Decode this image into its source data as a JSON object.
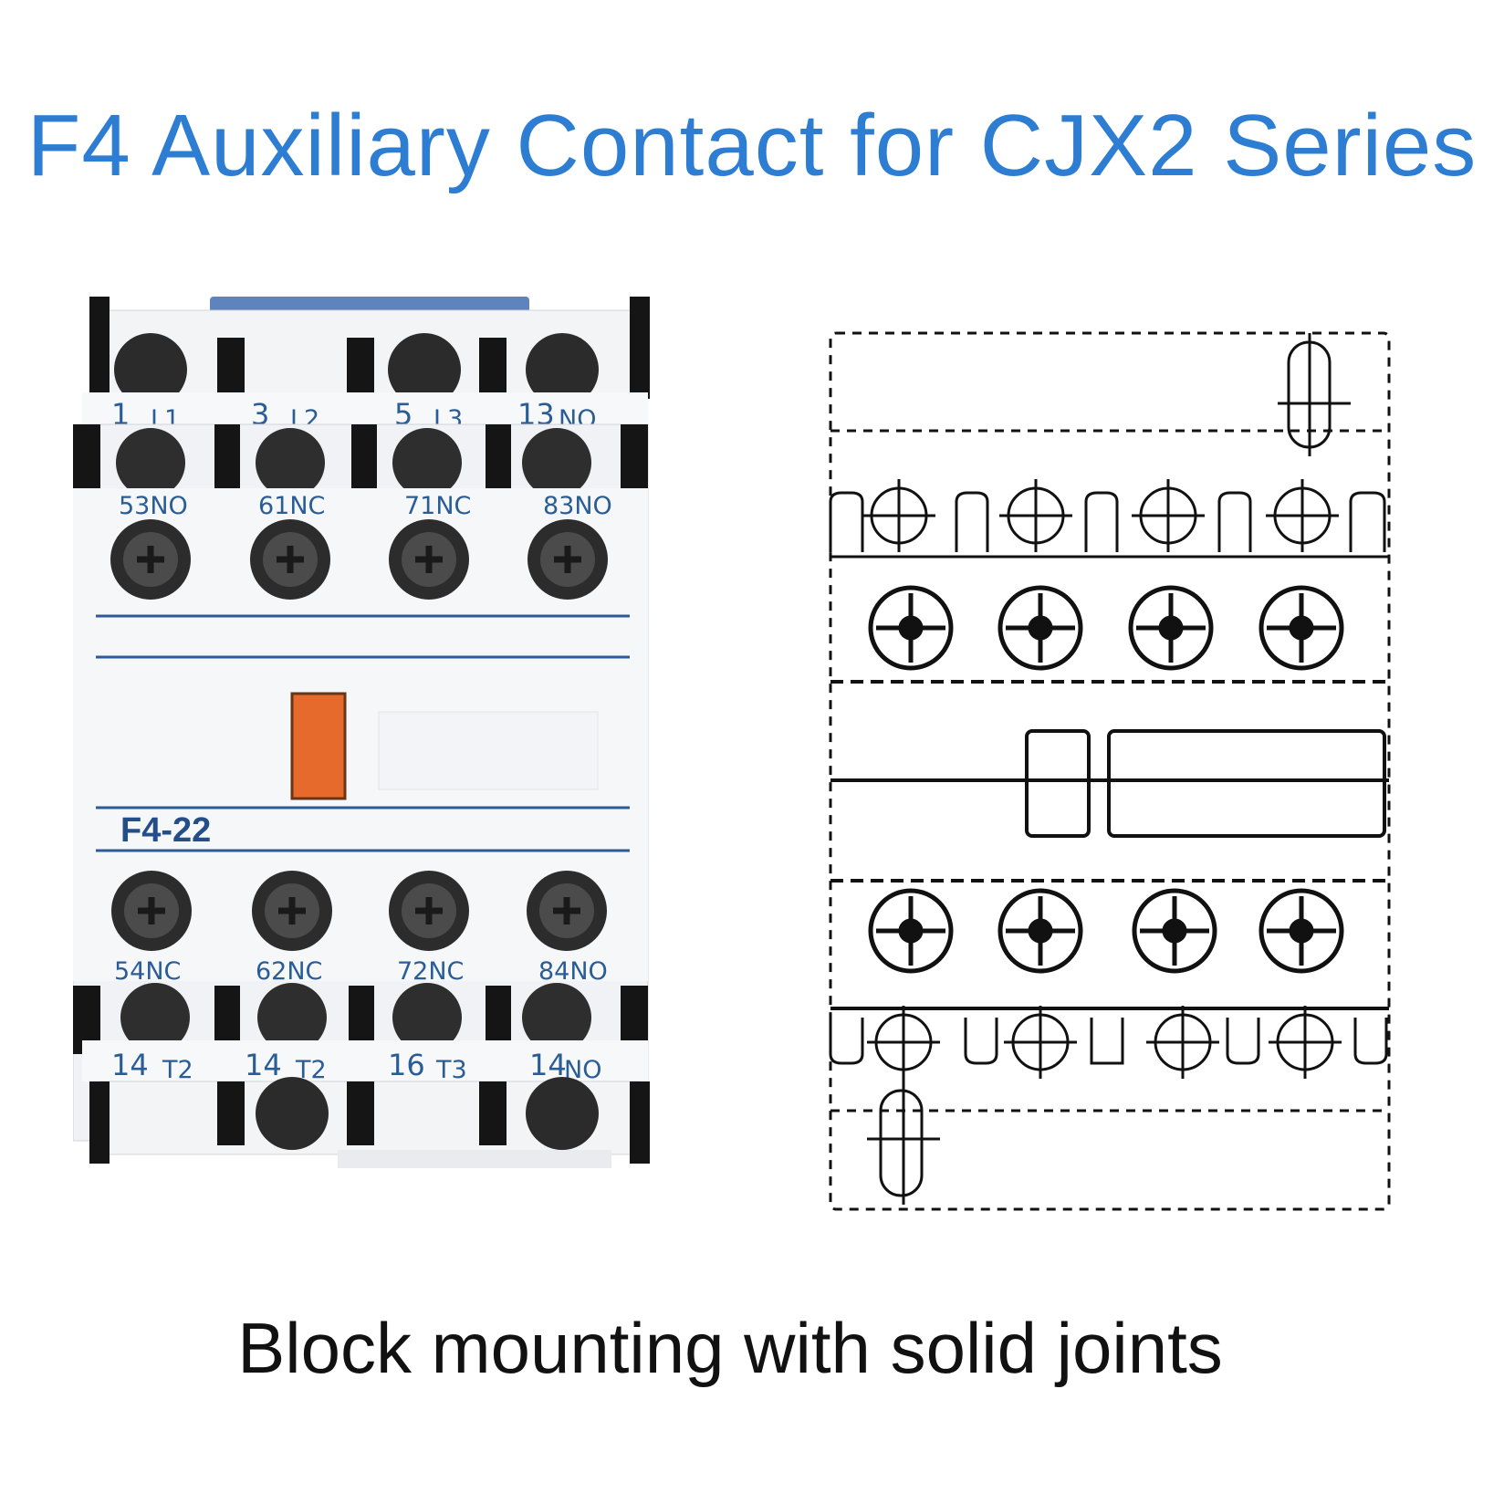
{
  "title": "F4 Auxiliary Contact for CJX2 Series",
  "caption": "Block mounting with solid joints",
  "product": {
    "model": "F4-22",
    "top_main_terminals": [
      {
        "num": "1",
        "name": "L1"
      },
      {
        "num": "3",
        "name": "L2"
      },
      {
        "num": "5",
        "name": "L3"
      },
      {
        "num": "13",
        "name": "NO"
      }
    ],
    "aux_top_terminals": [
      "53NO",
      "61NC",
      "71NC",
      "83NO"
    ],
    "aux_bottom_terminals": [
      "54NC",
      "62NC",
      "72NC",
      "84NO"
    ],
    "bottom_main_terminals": [
      {
        "num": "14",
        "name": "T2"
      },
      {
        "num": "14",
        "name": "T2"
      },
      {
        "num": "16",
        "name": "T3"
      },
      {
        "num": "14",
        "name": "NO"
      }
    ]
  },
  "colors": {
    "title": "#2d7dd2",
    "label": "#2a5d96",
    "indicator": "#e66a2b",
    "housing": "#f2f3f6",
    "terminal": "#2b2b2b"
  }
}
